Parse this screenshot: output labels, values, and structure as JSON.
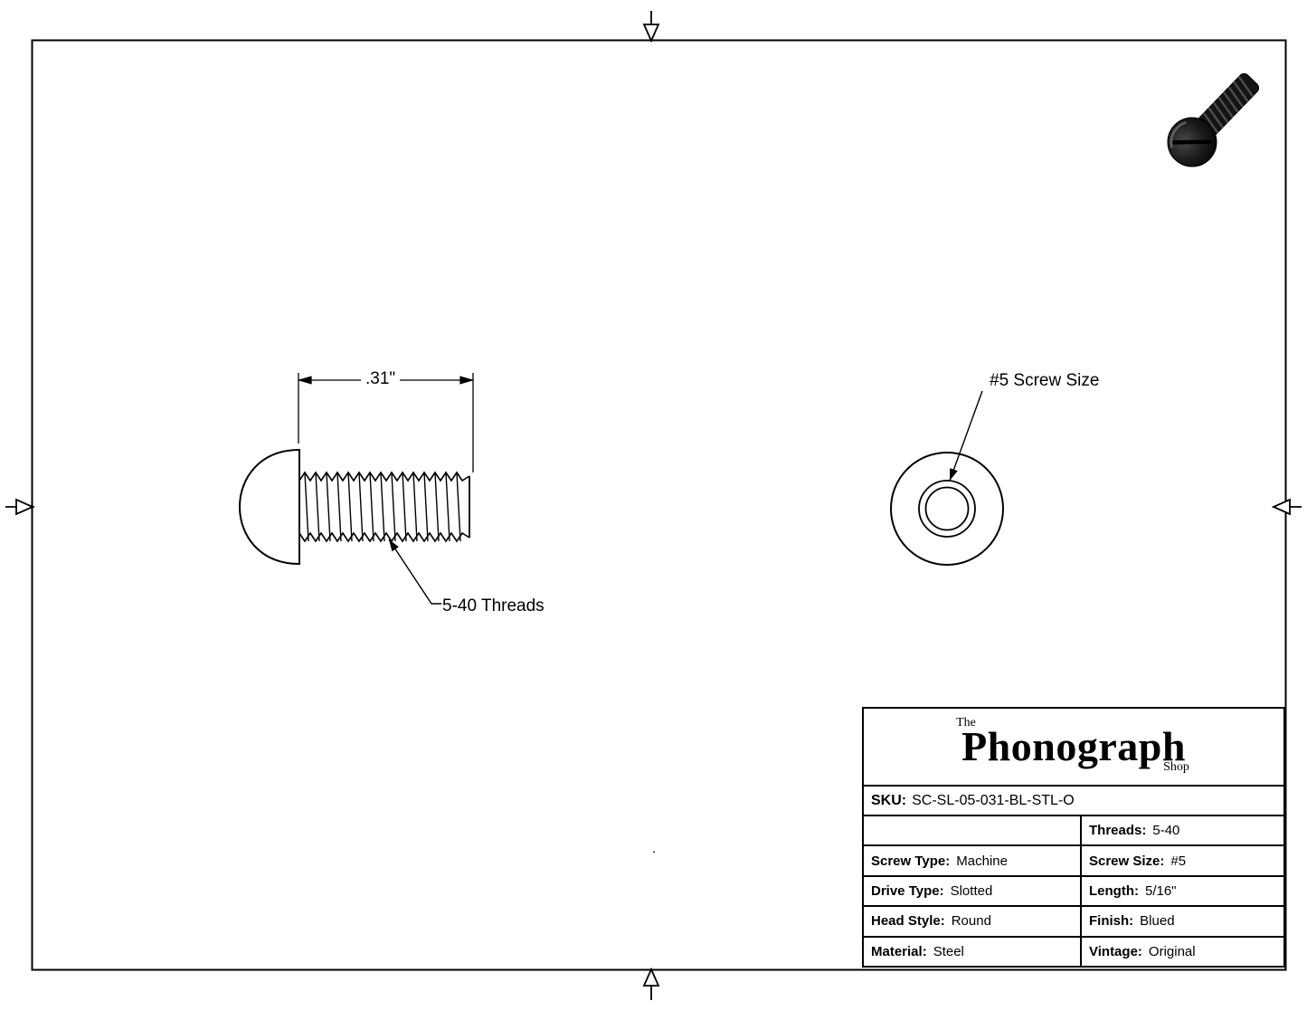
{
  "labels": {
    "dimension": ".31\"",
    "threads": "5-40 Threads",
    "screw_size": "#5 Screw Size",
    "stray_dot": "."
  },
  "title_block": {
    "logo": {
      "the": "The",
      "name": "Phonograph",
      "shop": "Shop"
    },
    "sku": {
      "label": "SKU:",
      "value": "SC-SL-05-031-BL-STL-O"
    },
    "specs": {
      "rows": [
        {
          "left_label": "",
          "left_value": "",
          "right_label": "Threads:",
          "right_value": "5-40"
        },
        {
          "left_label": "Screw Type:",
          "left_value": "Machine",
          "right_label": "Screw Size:",
          "right_value": "#5"
        },
        {
          "left_label": "Drive Type:",
          "left_value": "Slotted",
          "right_label": "Length:",
          "right_value": "5/16\""
        },
        {
          "left_label": "Head Style:",
          "left_value": "Round",
          "right_label": "Finish:",
          "right_value": "Blued"
        },
        {
          "left_label": "Material:",
          "left_value": "Steel",
          "right_label": "Vintage:",
          "right_value": "Original"
        }
      ]
    }
  },
  "colors": {
    "line": "#000000",
    "background": "#ffffff",
    "screw_finish_dark": "#141414"
  }
}
